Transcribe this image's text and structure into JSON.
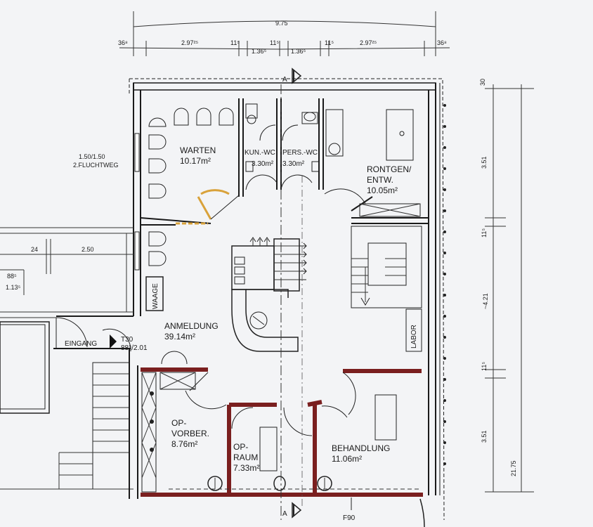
{
  "colors": {
    "paper": "#f3f4f6",
    "ink": "#1a1a1a",
    "wall_red": "#7a1f1f",
    "door_orange": "#d9a23a"
  },
  "dimensions": {
    "top_total": "9.75",
    "top_left_edge": "36⁸",
    "top_right_edge": "36⁸",
    "top_seg_1": "2.97²⁵",
    "top_seg_2": "11⁵",
    "top_seg_3": "1.36⁵",
    "top_seg_4": "11⁵",
    "top_seg_5": "1.36⁵",
    "top_seg_6": "11⁵",
    "top_seg_7": "2.97²⁵",
    "right_top": "30",
    "right_1": "3.51",
    "right_2": "11⁵",
    "right_3": "~4.21",
    "right_4": "11⁵",
    "right_5": "3.51",
    "right_total": "21.75",
    "left_24": "24",
    "left_250": "2.50",
    "left_88": "88⁵",
    "left_113": "1.13⁵",
    "fluchtweg": "1.50/1.50\n2.FLUCHTWEG",
    "fluchtweg_1": "1.50/1.50",
    "fluchtweg_2": "2.FLUCHTWEG"
  },
  "rooms": {
    "warten_name": "WARTEN",
    "warten_area": "10.17m²",
    "kun_wc": "KUN.-WC",
    "kun_wc_area": "3.30m²",
    "pers_wc": "PERS.-WC",
    "pers_wc_area": "3.30m²",
    "rontgen_name": "RONTGEN/",
    "rontgen_name2": "ENTW.",
    "rontgen_area": "10.05m²",
    "anmeldung_name": "ANMELDUNG",
    "anmeldung_area": "39.14m²",
    "waage": "WAAGE",
    "labor": "LABOR",
    "eingang": "EINGANG",
    "t30": "T30",
    "t30_size": "88⁵/2.01",
    "opvorber_name": "OP-",
    "opvorber_name2": "VORBER.",
    "opvorber_area": "8.76m²",
    "opraum_name": "OP-",
    "opraum_name2": "RAUM",
    "opraum_area": "7.33m²",
    "behandlung_name": "BEHANDLUNG",
    "behandlung_area": "11.06m²"
  },
  "section_marks": {
    "top": "A",
    "bottom": "A"
  },
  "bottom_label": "F90"
}
